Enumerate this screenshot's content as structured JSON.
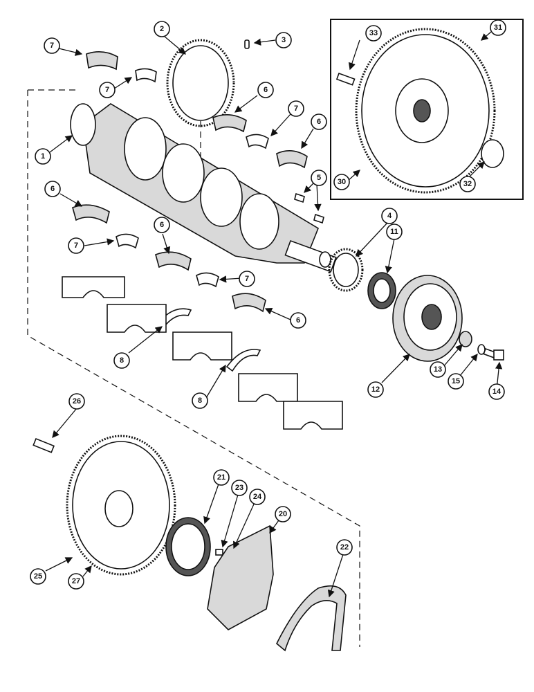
{
  "callouts": [
    "1",
    "2",
    "3",
    "4",
    "5",
    "6",
    "7",
    "8",
    "11",
    "12",
    "13",
    "14",
    "15",
    "20",
    "21",
    "22",
    "23",
    "24",
    "25",
    "26",
    "27",
    "30",
    "31",
    "32",
    "33"
  ],
  "colors": {
    "ink": "#111111",
    "paper": "#ffffff",
    "shade": "#d9d9d9"
  }
}
